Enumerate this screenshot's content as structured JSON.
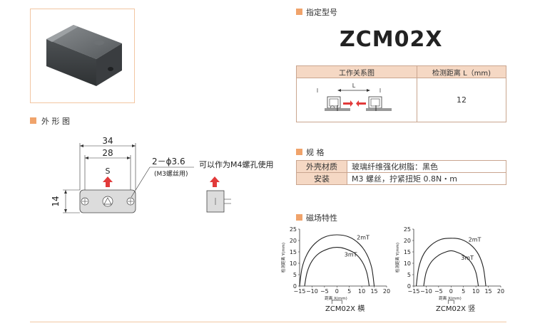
{
  "sections": {
    "model_spec": "指定型号",
    "shape": "外 形 图",
    "spec": "规  格",
    "magnetic": "磁场特性"
  },
  "model_name": "ZCM02X",
  "relation_table": {
    "col1": "工作关系图",
    "col2": "检测距离 L（mm)",
    "value": "12",
    "dim_label": "L"
  },
  "spec_table": [
    {
      "key": "外壳材质",
      "value": "玻璃纤维强化树脂：黑色"
    },
    {
      "key": "安装",
      "value": "M3 螺丝，拧紧扭矩 0.8N・m"
    }
  ],
  "drawing": {
    "dim_34": "34",
    "dim_28": "28",
    "dim_14": "14",
    "pole": "S",
    "hole": "2－ϕ3.6",
    "hole_sub": "(M3螺丝用)",
    "m4_note": "可以作为M4螺孔使用"
  },
  "charts_meta": {
    "ylabel": "检测距离 Y(mm)",
    "xlabel": "距离 X(mm)",
    "curve_outer": "2mT",
    "curve_inner": "3mT"
  },
  "chart_data": [
    {
      "type": "line",
      "title": "ZCM02X 横",
      "xlabel": "距离 X(mm)",
      "ylabel": "检测距离 Y(mm)",
      "xlim": [
        -15,
        20
      ],
      "ylim": [
        0,
        25
      ],
      "xticks": [
        -15,
        -10,
        -5,
        0,
        5,
        10,
        15,
        20
      ],
      "yticks": [
        0,
        5,
        10,
        15,
        20,
        25
      ],
      "series": [
        {
          "name": "2mT",
          "x": [
            -15,
            -14,
            -12,
            -9,
            -5,
            0,
            5,
            9,
            12,
            14,
            15
          ],
          "y": [
            0,
            8,
            14,
            18.5,
            21.5,
            22.5,
            21.5,
            18.5,
            14,
            8,
            0
          ]
        },
        {
          "name": "3mT",
          "x": [
            -13,
            -12,
            -10,
            -7,
            -3,
            0,
            3,
            7,
            10,
            12,
            13
          ],
          "y": [
            0,
            6,
            11,
            14.5,
            16.5,
            17,
            16.5,
            14.5,
            11,
            6,
            0
          ]
        }
      ],
      "grid": false
    },
    {
      "type": "line",
      "title": "ZCM02X 竖",
      "xlabel": "距离 X(mm)",
      "ylabel": "检测距离 Y(mm)",
      "xlim": [
        -15,
        20
      ],
      "ylim": [
        0,
        25
      ],
      "xticks": [
        -15,
        -10,
        -5,
        0,
        5,
        10,
        15,
        20
      ],
      "yticks": [
        0,
        5,
        10,
        15,
        20,
        25
      ],
      "series": [
        {
          "name": "2mT",
          "x": [
            -14,
            -13,
            -11,
            -8,
            -4,
            0,
            4,
            8,
            11,
            13,
            14
          ],
          "y": [
            0,
            8,
            14,
            18,
            20.5,
            21,
            20.5,
            18,
            14,
            8,
            0
          ]
        },
        {
          "name": "3mT",
          "x": [
            -11,
            -10,
            -8,
            -5,
            -2,
            0,
            2,
            5,
            8,
            10,
            11
          ],
          "y": [
            0,
            6,
            10.5,
            13.5,
            15,
            15.5,
            15,
            13.5,
            10.5,
            6,
            0
          ]
        }
      ],
      "grid": false
    }
  ]
}
